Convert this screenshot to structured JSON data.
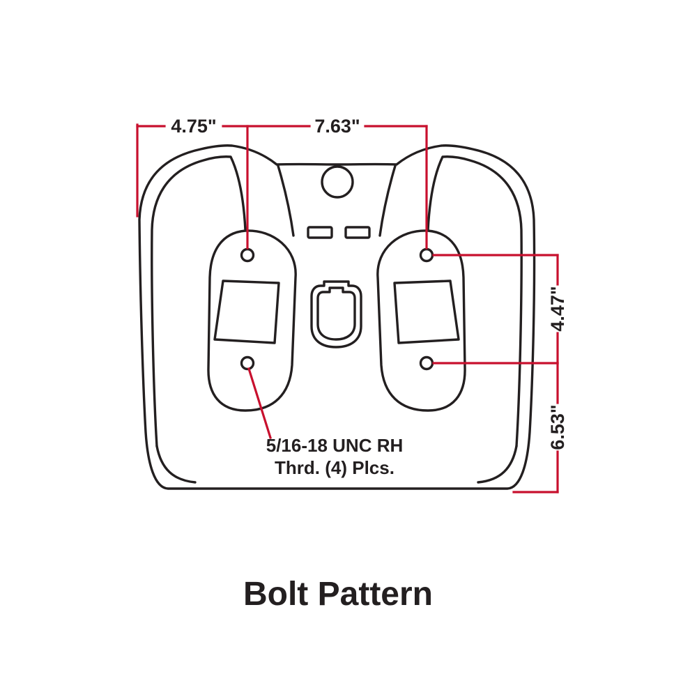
{
  "title": "Bolt Pattern",
  "colors": {
    "outline": "#231f20",
    "dimension": "#c8102e",
    "background": "#ffffff"
  },
  "dimensions": {
    "top_left": "4.75\"",
    "top_center": "7.63\"",
    "right_upper": "4.47\"",
    "right_lower": "6.53\""
  },
  "callout": {
    "line1": "5/16-18 UNC RH",
    "line2": "Thrd. (4) Plcs."
  }
}
